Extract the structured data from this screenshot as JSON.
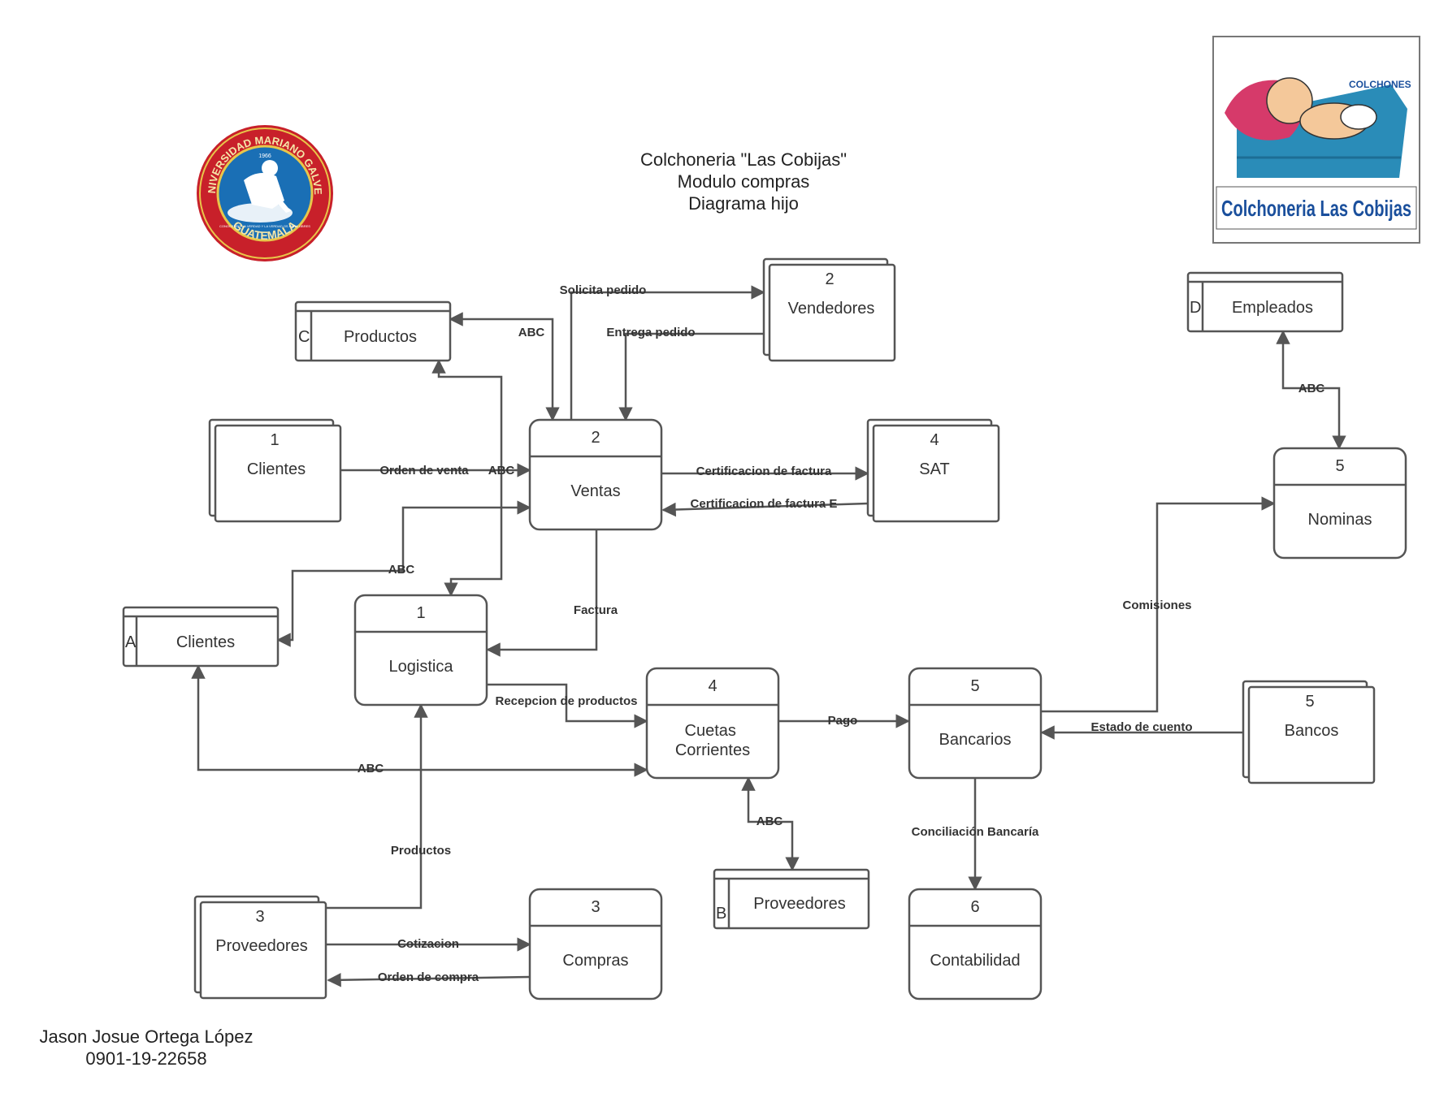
{
  "header": {
    "title_lines": [
      "Colchoneria \"Las Cobijas\"",
      "Modulo compras",
      "Diagrama hijo"
    ]
  },
  "author": {
    "name": "Jason Josue Ortega López",
    "id": "0901-19-22658"
  },
  "logos": {
    "university": {
      "ring_top_text": "UNIVERSIDAD MARIANO GALVEZ",
      "ring_bottom_text": "GUATEMALA",
      "year": "1966",
      "motto": "CONOCEREIS LA VERDAD Y LA VERDAD OS HARA LIBRES",
      "colors": {
        "ring": "#c8202a",
        "inner": "#1a6fb5",
        "gold": "#e8c64a"
      }
    },
    "company": {
      "banner_text": "Colchoneria Las Cobijas",
      "small_text": "COLCHONES",
      "colors": {
        "mattress": "#2a8cb8",
        "pillow": "#d63a6a",
        "text": "#1a4f9c"
      }
    }
  },
  "processes": [
    {
      "id": "ventas",
      "number": "2",
      "name": "Ventas"
    },
    {
      "id": "logistica",
      "number": "1",
      "name": "Logistica"
    },
    {
      "id": "cuentas",
      "number": "4",
      "name": "Cuetas Corrientes"
    },
    {
      "id": "bancarios",
      "number": "5",
      "name": "Bancarios"
    },
    {
      "id": "nominas",
      "number": "5",
      "name": "Nominas"
    },
    {
      "id": "compras",
      "number": "3",
      "name": "Compras"
    },
    {
      "id": "contabilidad",
      "number": "6",
      "name": "Contabilidad"
    }
  ],
  "entities": [
    {
      "id": "vendedores",
      "number": "2",
      "name": "Vendedores"
    },
    {
      "id": "clientes",
      "number": "1",
      "name": "Clientes"
    },
    {
      "id": "sat",
      "number": "4",
      "name": "SAT"
    },
    {
      "id": "proveedores",
      "number": "3",
      "name": "Proveedores"
    },
    {
      "id": "bancos",
      "number": "5",
      "name": "Bancos"
    }
  ],
  "stores": [
    {
      "id": "productos",
      "letter": "C",
      "name": "Productos"
    },
    {
      "id": "clientes",
      "letter": "A",
      "name": "Clientes"
    },
    {
      "id": "proveedores",
      "letter": "B",
      "name": "Proveedores"
    },
    {
      "id": "empleados",
      "letter": "D",
      "name": "Empleados"
    }
  ],
  "flows": {
    "solicita_pedido": "Solicita pedido",
    "entrega_pedido": "Entrega pedido",
    "abc_productos": "ABC",
    "orden_venta": "Orden de venta",
    "abc_orden": "ABC",
    "cert_factura": "Certificacion de factura",
    "cert_factura_e": "Certificacion de factura E",
    "abc_clientes": "ABC",
    "factura": "Factura",
    "recepcion": "Recepcion de productos",
    "pago": "Pago",
    "estado_cuento": "Estado de cuento",
    "abc_cuentas": "ABC",
    "abc_proveedores": "ABC",
    "productos_flow": "Productos",
    "cotizacion": "Cotizacion",
    "orden_compra": "Orden de compra",
    "conciliacion": "Conciliación Bancaría",
    "comisiones": "Comisiones",
    "abc_empleados": "ABC"
  }
}
